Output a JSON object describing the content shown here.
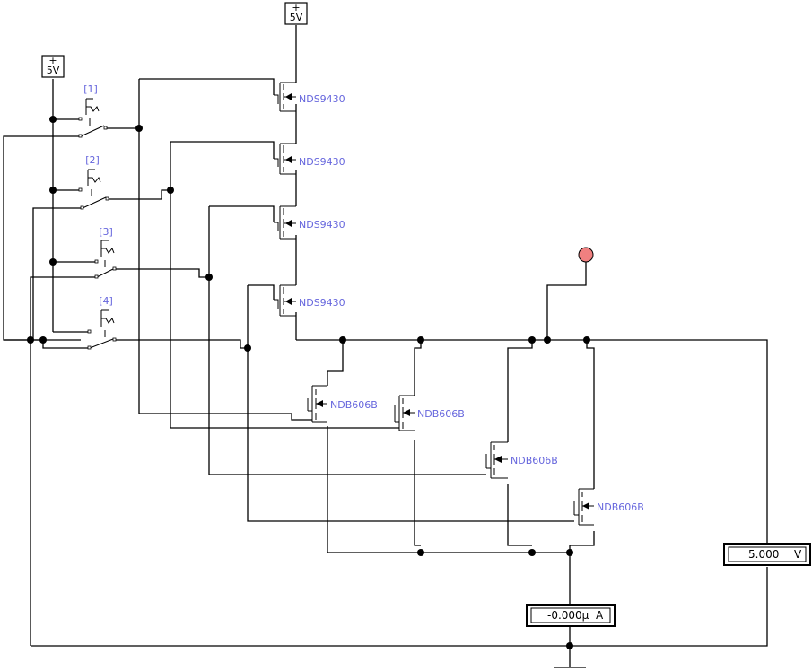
{
  "supplies": [
    {
      "plus": "+",
      "label": "5V"
    },
    {
      "plus": "+",
      "label": "5V"
    }
  ],
  "switches": [
    {
      "key": "[1]"
    },
    {
      "key": "[2]"
    },
    {
      "key": "[3]"
    },
    {
      "key": "[4]"
    }
  ],
  "pmos": [
    {
      "part": "NDS9430"
    },
    {
      "part": "NDS9430"
    },
    {
      "part": "NDS9430"
    },
    {
      "part": "NDS9430"
    }
  ],
  "nmos": [
    {
      "part": "NDB606B"
    },
    {
      "part": "NDB606B"
    },
    {
      "part": "NDB606B"
    },
    {
      "part": "NDB606B"
    }
  ],
  "voltmeter": {
    "value": "5.000",
    "unit": "V"
  },
  "ammeter": {
    "value": "-0.000µ",
    "unit": "A"
  },
  "colors": {
    "label": "#6666dd",
    "probe": "#f08080",
    "wire": "#000000"
  }
}
